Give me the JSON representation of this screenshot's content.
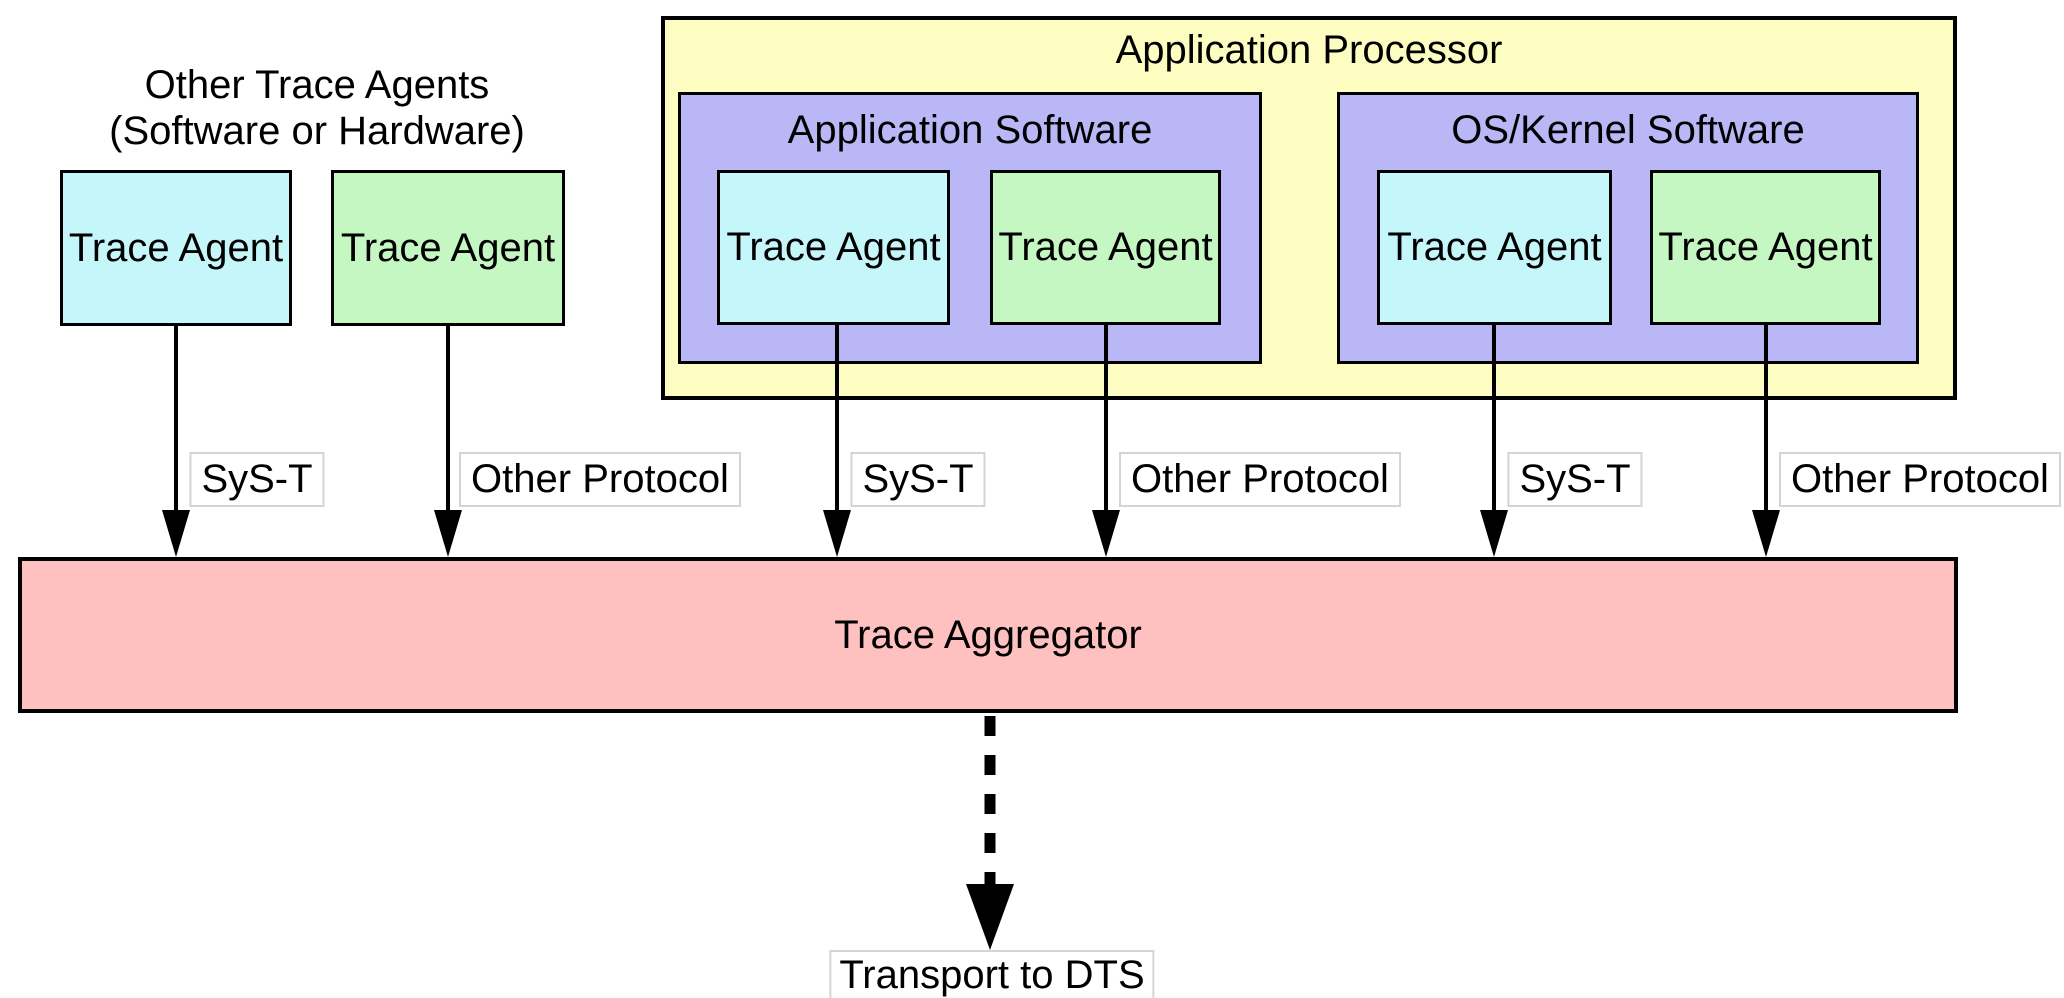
{
  "other_agents": {
    "title_line1": "Other Trace Agents",
    "title_line2": "(Software or Hardware)",
    "agents": [
      {
        "label": "Trace Agent"
      },
      {
        "label": "Trace Agent"
      }
    ]
  },
  "application_processor": {
    "title": "Application Processor",
    "application_software": {
      "title": "Application Software",
      "agents": [
        {
          "label": "Trace Agent"
        },
        {
          "label": "Trace Agent"
        }
      ]
    },
    "os_kernel_software": {
      "title": "OS/Kernel Software",
      "agents": [
        {
          "label": "Trace Agent"
        },
        {
          "label": "Trace Agent"
        }
      ]
    }
  },
  "arrow_labels": [
    {
      "text": "SyS-T"
    },
    {
      "text": "Other Protocol"
    },
    {
      "text": "SyS-T"
    },
    {
      "text": "Other Protocol"
    },
    {
      "text": "SyS-T"
    },
    {
      "text": "Other Protocol"
    }
  ],
  "aggregator": {
    "label": "Trace Aggregator"
  },
  "transport": {
    "label": "Transport to DTS"
  },
  "colors": {
    "trace_agent_syst_fill": "#c5f6fa",
    "trace_agent_other_fill": "#c5f7c3",
    "application_processor_fill": "#fdfdc2",
    "software_group_fill": "#bab7f6",
    "aggregator_fill": "#ffc0c0",
    "border": "#000000",
    "arrow": "#000000",
    "protocol_label_border": "#d4d4d4"
  }
}
